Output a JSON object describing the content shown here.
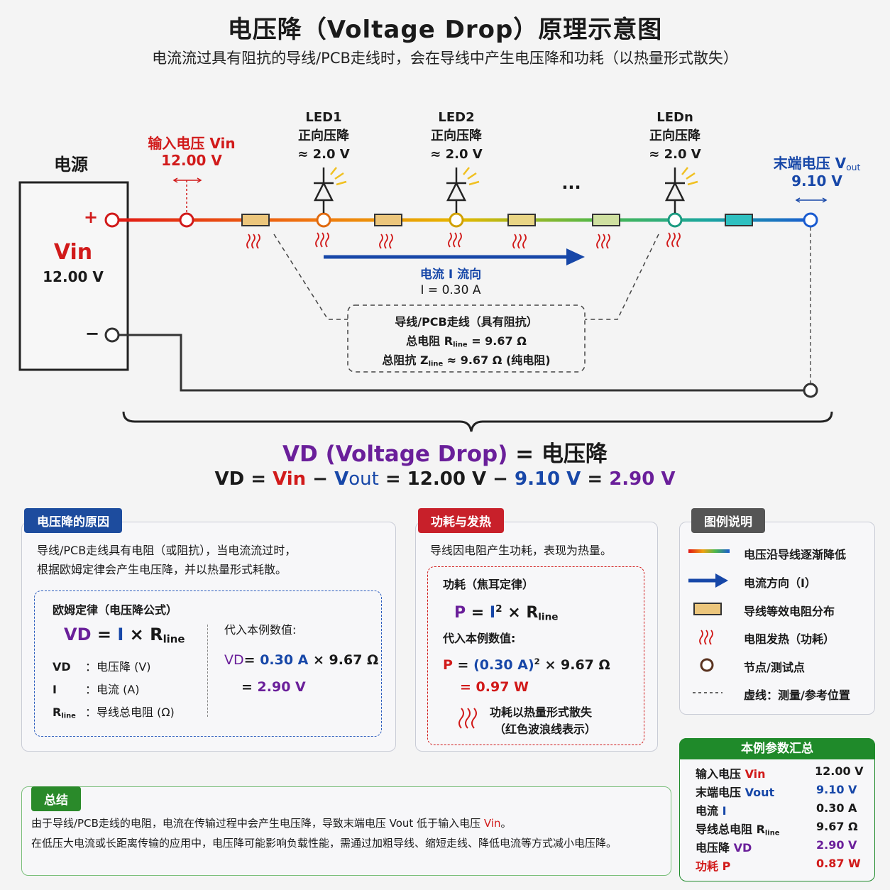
{
  "title": "电压降（Voltage Drop）原理示意图",
  "subtitle": "电流流过具有阻抗的导线/PCB走线时，会在导线中产生电压降和功耗（以热量形式散失）",
  "source": {
    "heading": "电源",
    "vin_label": "Vin",
    "vin_value": "12.00 V",
    "plus": "+",
    "minus": "−"
  },
  "input_voltage": {
    "label": "输入电压 Vin",
    "value": "12.00 V"
  },
  "output_voltage": {
    "label_prefix": "末端电压 ",
    "label_v": "V",
    "label_out": "out",
    "value": "9.10 V"
  },
  "leds": [
    {
      "name": "LED1",
      "desc": "正向压降",
      "value": "≈ 2.0 V"
    },
    {
      "name": "LED2",
      "desc": "正向压降",
      "value": "≈ 2.0 V"
    },
    {
      "name": "LEDn",
      "desc": "正向压降",
      "value": "≈ 2.0 V"
    }
  ],
  "ellipsis": "···",
  "current": {
    "label": "电流 I 流向",
    "value": "I = 0.30 A"
  },
  "line_box": {
    "title": "导线/PCB走线（具有阻抗）",
    "r_prefix": "总电阻 R",
    "r_sub": "line",
    "r_suffix": " = 9.67 Ω",
    "z_prefix": "总阻抗 Z",
    "z_sub": "line",
    "z_suffix": " ≈ 9.67 Ω (纯电阻)"
  },
  "vd": {
    "title_purple": "VD (Voltage Drop)",
    "title_rest": " = 电压降",
    "f_vd": "VD",
    "f_eq1": " = ",
    "f_vin": "Vin",
    "f_minus1": " − ",
    "f_vout_v": "V",
    "f_vout_out": "out",
    "f_eq2": " = ",
    "f_12": "12.00 V",
    "f_minus2": " − ",
    "f_910": "9.10 V",
    "f_eq3": " = ",
    "f_result": "2.90 V"
  },
  "cause": {
    "tag": "电压降的原因",
    "line1": "导线/PCB走线具有电阻（或阻抗），当电流流过时，",
    "line2": "根据欧姆定律会产生电压降，并以热量形式耗散。",
    "ohm_title": "欧姆定律（电压降公式）",
    "f_vd": "VD",
    "f_eq": " = ",
    "f_i": "I",
    "f_times": " × R",
    "f_sub": "line",
    "def1_sym": "VD",
    "def1_txt": "：电压降 (V)",
    "def2_sym": "I",
    "def2_txt": "：电流 (A)",
    "def3_sym": "R",
    "def3_sub": "line",
    "def3_txt": "：导线总电阻 (Ω)",
    "sub_title": "代入本例数值:",
    "sub_vd": "VD",
    "sub_eq": "= ",
    "sub_i": "0.30 A",
    "sub_r": " × 9.67 Ω",
    "sub_eq2": "= ",
    "sub_result": "2.90 V"
  },
  "power": {
    "tag": "功耗与发热",
    "line1": "导线因电阻产生功耗，表现为热量。",
    "joule_title": "功耗（焦耳定律）",
    "f_p": "P",
    "f_eq": " = ",
    "f_i": "I",
    "f_sup": "2",
    "f_times": " × R",
    "f_sub": "line",
    "sub_title": "代入本例数值:",
    "s_p": "P",
    "s_eq": " = ",
    "s_i": "(0.30 A)",
    "s_sup": "2",
    "s_r": " × 9.67 Ω",
    "s_eq2": "= ",
    "s_result": "0.97 W",
    "heat_line1": "功耗以热量形式散失",
    "heat_line2": "（红色波浪线表示）"
  },
  "legend": {
    "tag": "图例说明",
    "items": [
      "电压沿导线逐渐降低",
      "电流方向（I）",
      "导线等效电阻分布",
      "电阻发热（功耗）",
      "节点/测试点",
      "虚线：测量/参考位置"
    ]
  },
  "summary_params": {
    "tag": "本例参数汇总",
    "rows": [
      {
        "label": "输入电压 ",
        "hl": "Vin",
        "sub": "",
        "value": "12.00 V"
      },
      {
        "label": "末端电压 ",
        "hl": "Vout",
        "sub": "",
        "value": "9.10 V"
      },
      {
        "label": "电流 ",
        "hl": "I",
        "sub": "",
        "value": "0.30 A"
      },
      {
        "label": "导线总电阻 R",
        "hl": "",
        "sub": "line",
        "value": "9.67 Ω"
      },
      {
        "label": "电压降 ",
        "hl": "VD",
        "sub": "",
        "value": "2.90 V"
      },
      {
        "label": "功耗 ",
        "hl": "P",
        "sub": "",
        "value": "0.87 W"
      }
    ]
  },
  "conclusion": {
    "tag": "总结",
    "line1_a": "由于导线/PCB走线的电阻，电流在传输过程中会产生电压降，导致末端电压 Vout 低于输入电压 ",
    "line1_vin": "Vin",
    "line1_end": "。",
    "line2": "在低压大电流或长距离传输的应用中，电压降可能影响负载性能，需通过加粗导线、缩短走线、降低电流等方式减小电压降。"
  },
  "colors": {
    "red": "#d11a1a",
    "blue": "#1747a8",
    "purple": "#6a1f9a",
    "green": "#2a8a2a",
    "resistor": "#e8c67a"
  }
}
